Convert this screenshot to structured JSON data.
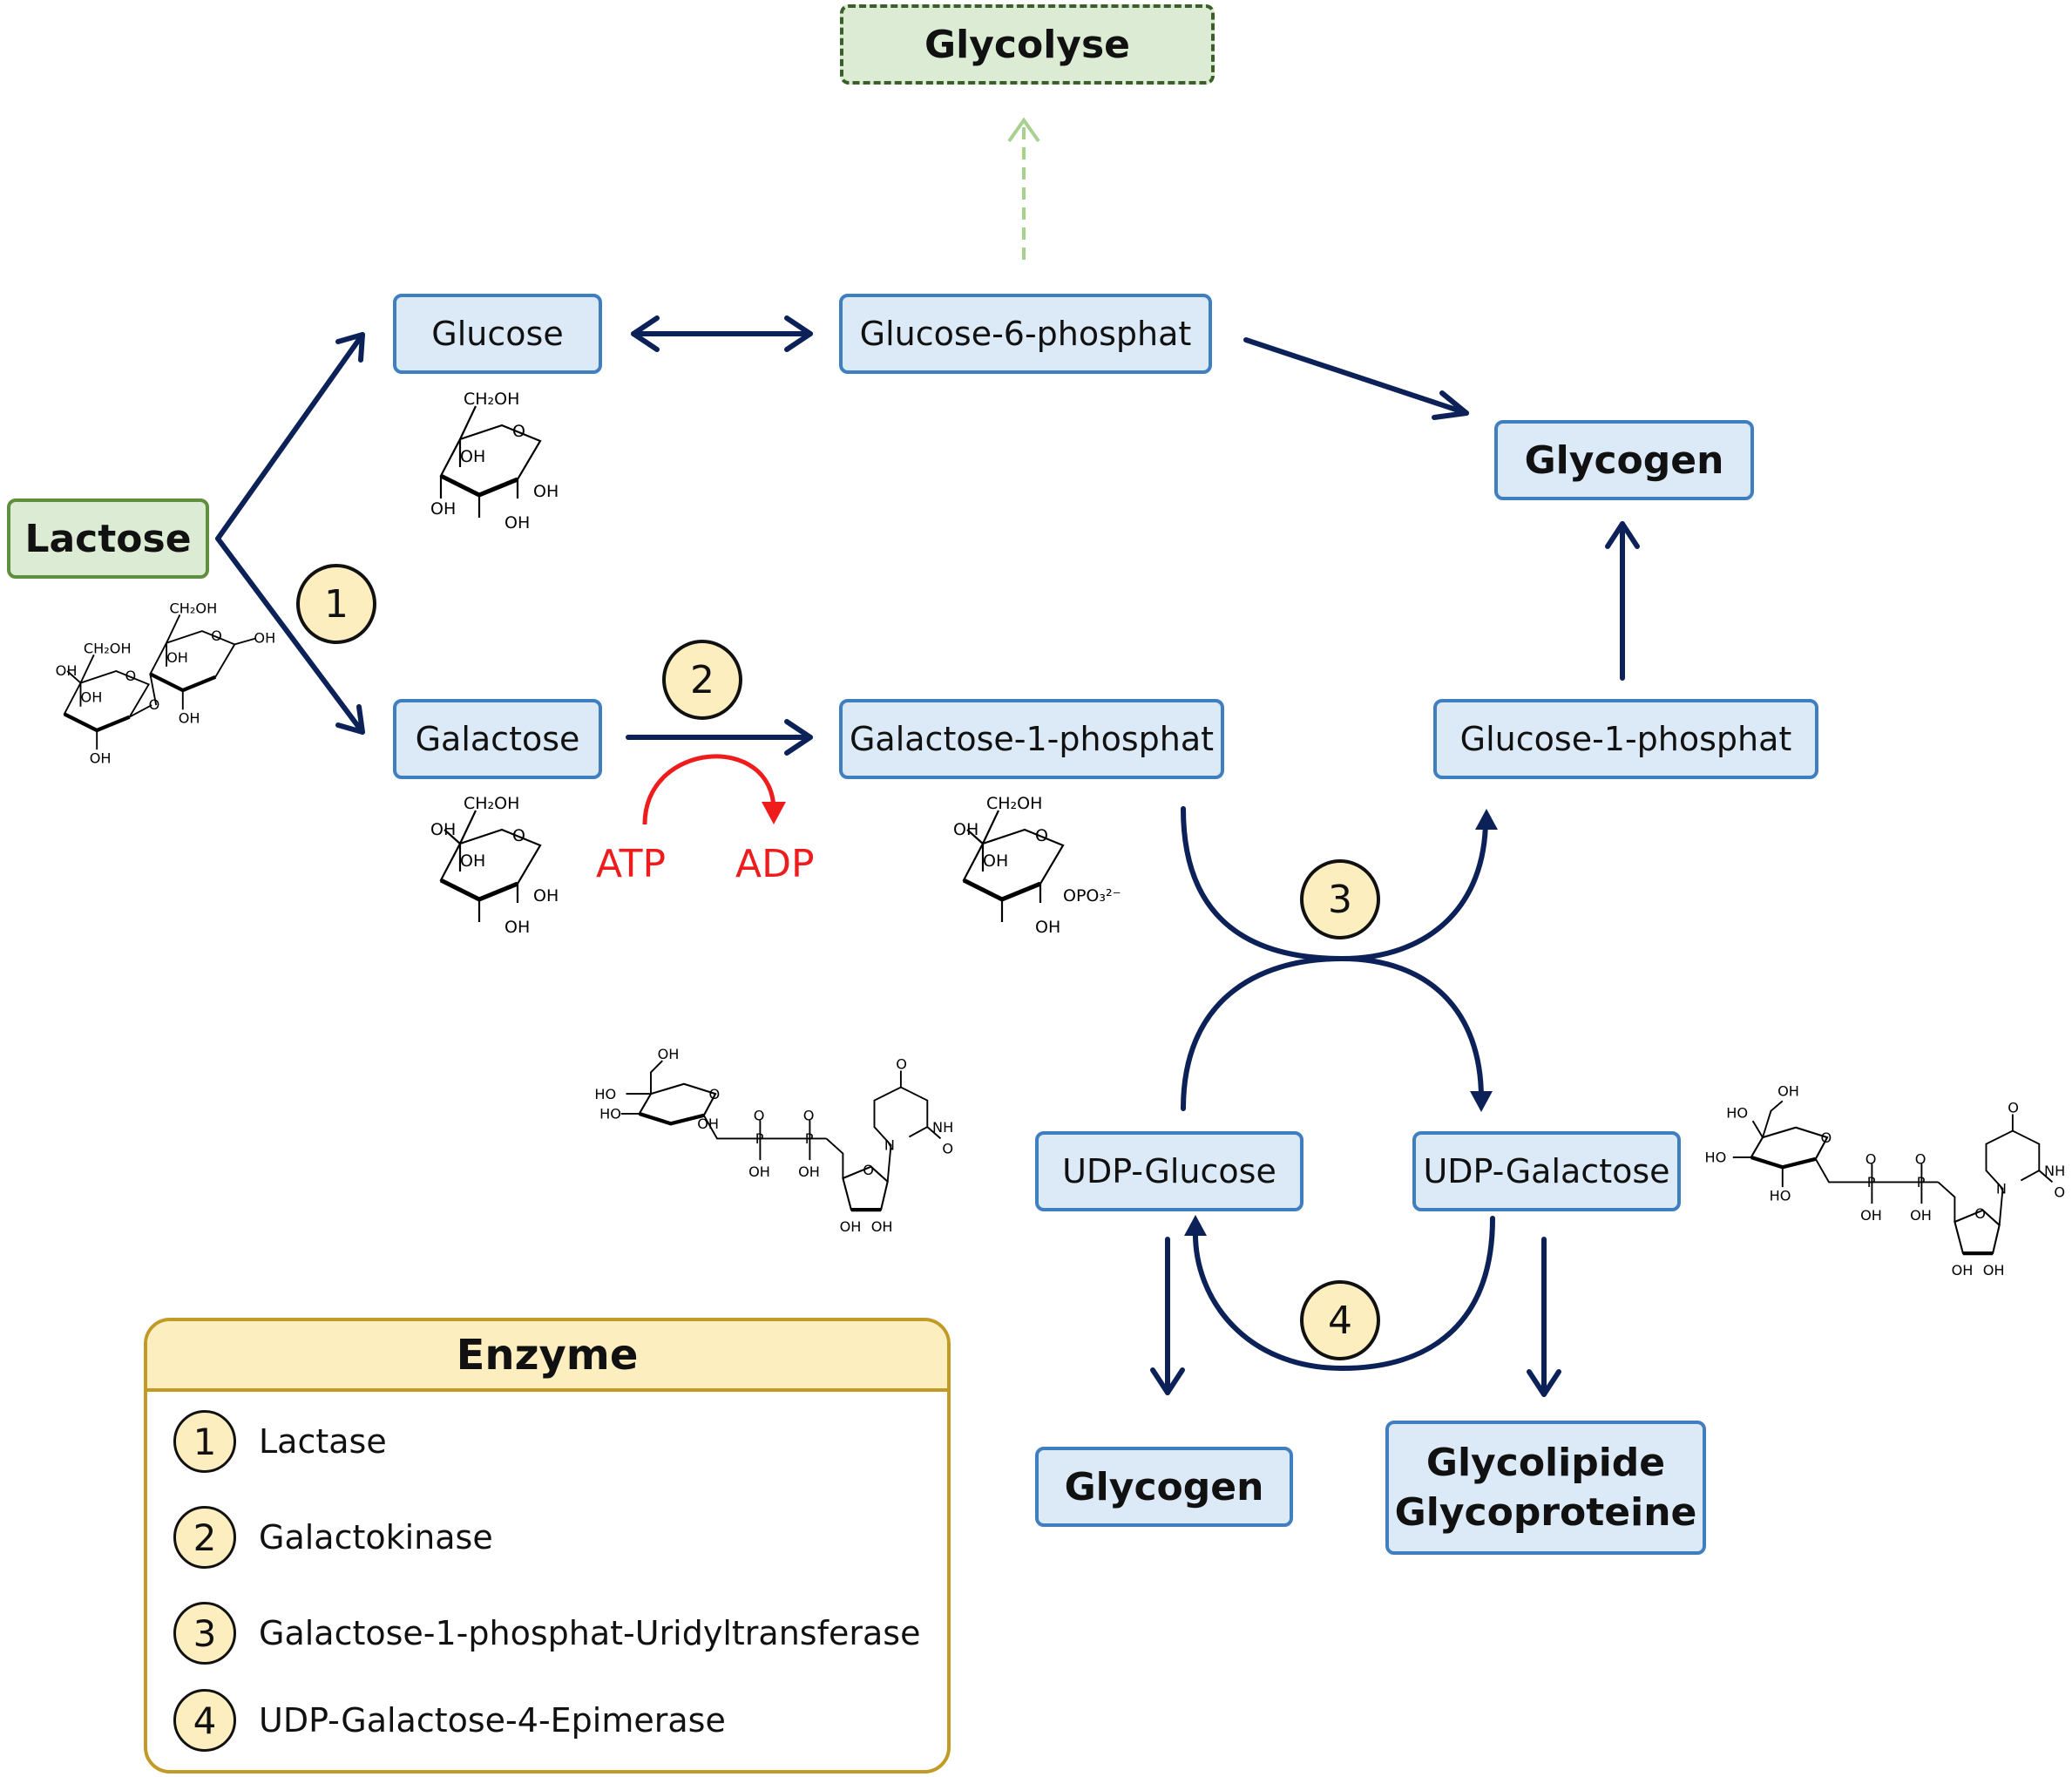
{
  "nodes": {
    "glycolyse": "Glycolyse",
    "lactose": "Lactose",
    "glucose": "Glucose",
    "glucose6p": "Glucose-6-phosphat",
    "glycogen_top": "Glycogen",
    "galactose": "Galactose",
    "galactose1p": "Galactose-1-phosphat",
    "glucose1p": "Glucose-1-phosphat",
    "udp_glucose": "UDP-Glucose",
    "udp_galactose": "UDP-Galactose",
    "glycogen_bottom": "Glycogen",
    "glycolipide_line1": "Glycolipide",
    "glycolipide_line2": "Glycoproteine"
  },
  "cofactors": {
    "atp": "ATP",
    "adp": "ADP"
  },
  "steps": [
    "1",
    "2",
    "3",
    "4"
  ],
  "legend": {
    "title": "Enzyme",
    "items": [
      {
        "num": "1",
        "name": "Lactase"
      },
      {
        "num": "2",
        "name": "Galactokinase"
      },
      {
        "num": "3",
        "name": "Galactose-1-phosphat-Uridyltransferase"
      },
      {
        "num": "4",
        "name": "UDP-Galactose-4-Epimerase"
      }
    ]
  },
  "chem_labels": {
    "ch2oh": "CH₂OH",
    "oh": "OH",
    "ho": "HO",
    "o": "O",
    "p": "P",
    "nh": "NH",
    "n": "N",
    "opo3": "OPO₃²⁻"
  },
  "colors": {
    "arrow": "#0d2159",
    "box_fill": "#dce9f7",
    "box_border": "#3f7fc0",
    "green_fill": "#dcebd3",
    "green_border": "#5f8f3c",
    "glycolyse_arrow": "#a6d18f",
    "cofactor": "#ee1c1c",
    "enzyme_fill": "#fdeec0",
    "legend_border": "#c29a26"
  }
}
